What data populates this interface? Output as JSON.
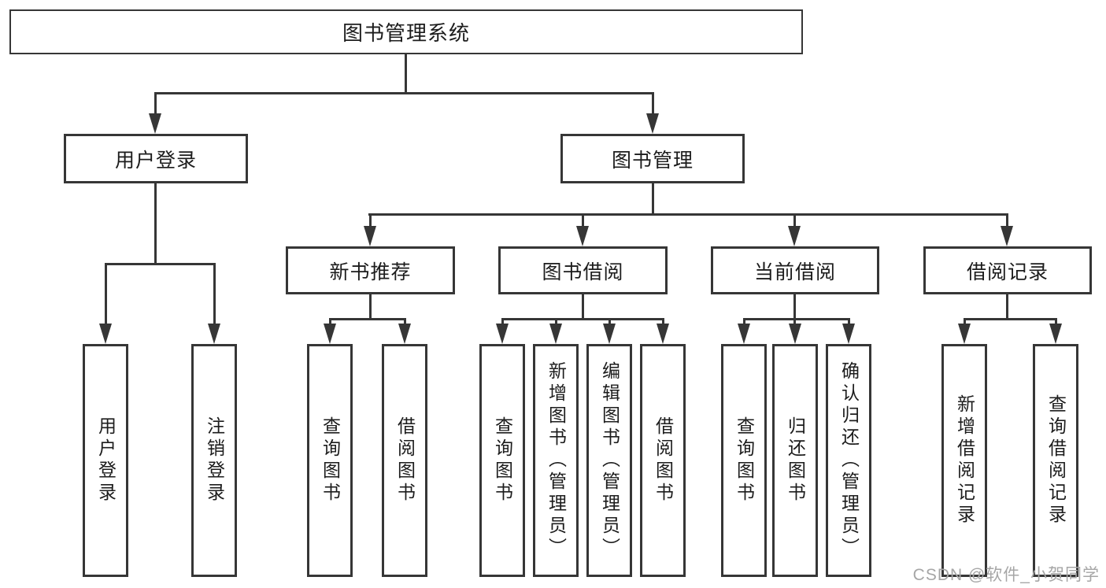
{
  "diagram_title": "图书管理系统",
  "nodes": {
    "root": "图书管理系统",
    "user_login": "用户登录",
    "book_mgmt": "图书管理",
    "new_book_rec": "新书推荐",
    "book_borrow": "图书借阅",
    "current_borrow": "当前借阅",
    "borrow_record": "借阅记录",
    "leaf_user_login": "用户登录",
    "leaf_logout": "注销登录",
    "leaf_query_book_new": "查询图书",
    "leaf_borrow_book_new": "借阅图书",
    "leaf_query_book_borrow": "查询图书",
    "leaf_add_book": "新增图书（管理员）",
    "leaf_edit_book": "编辑图书（管理员）",
    "leaf_borrow_book_borrow": "借阅图书",
    "leaf_query_book_current": "查询图书",
    "leaf_return_book": "归还图书",
    "leaf_confirm_return": "确认归还（管理员）",
    "leaf_add_borrow_record": "新增借阅记录",
    "leaf_query_borrow_record": "查询借阅记录"
  },
  "hierarchy": {
    "图书管理系统": {
      "用户登录": [
        "用户登录",
        "注销登录"
      ],
      "图书管理": {
        "新书推荐": [
          "查询图书",
          "借阅图书"
        ],
        "图书借阅": [
          "查询图书",
          "新增图书（管理员）",
          "编辑图书（管理员）",
          "借阅图书"
        ],
        "当前借阅": [
          "查询图书",
          "归还图书",
          "确认归还（管理员）"
        ],
        "借阅记录": [
          "新增借阅记录",
          "查询借阅记录"
        ]
      }
    }
  },
  "watermark": "CSDN @软件_小贺同学",
  "colors": {
    "line": "#363636",
    "text": "#1c1c1c",
    "background": "#ffffff",
    "watermark": "#a6a6a6"
  }
}
